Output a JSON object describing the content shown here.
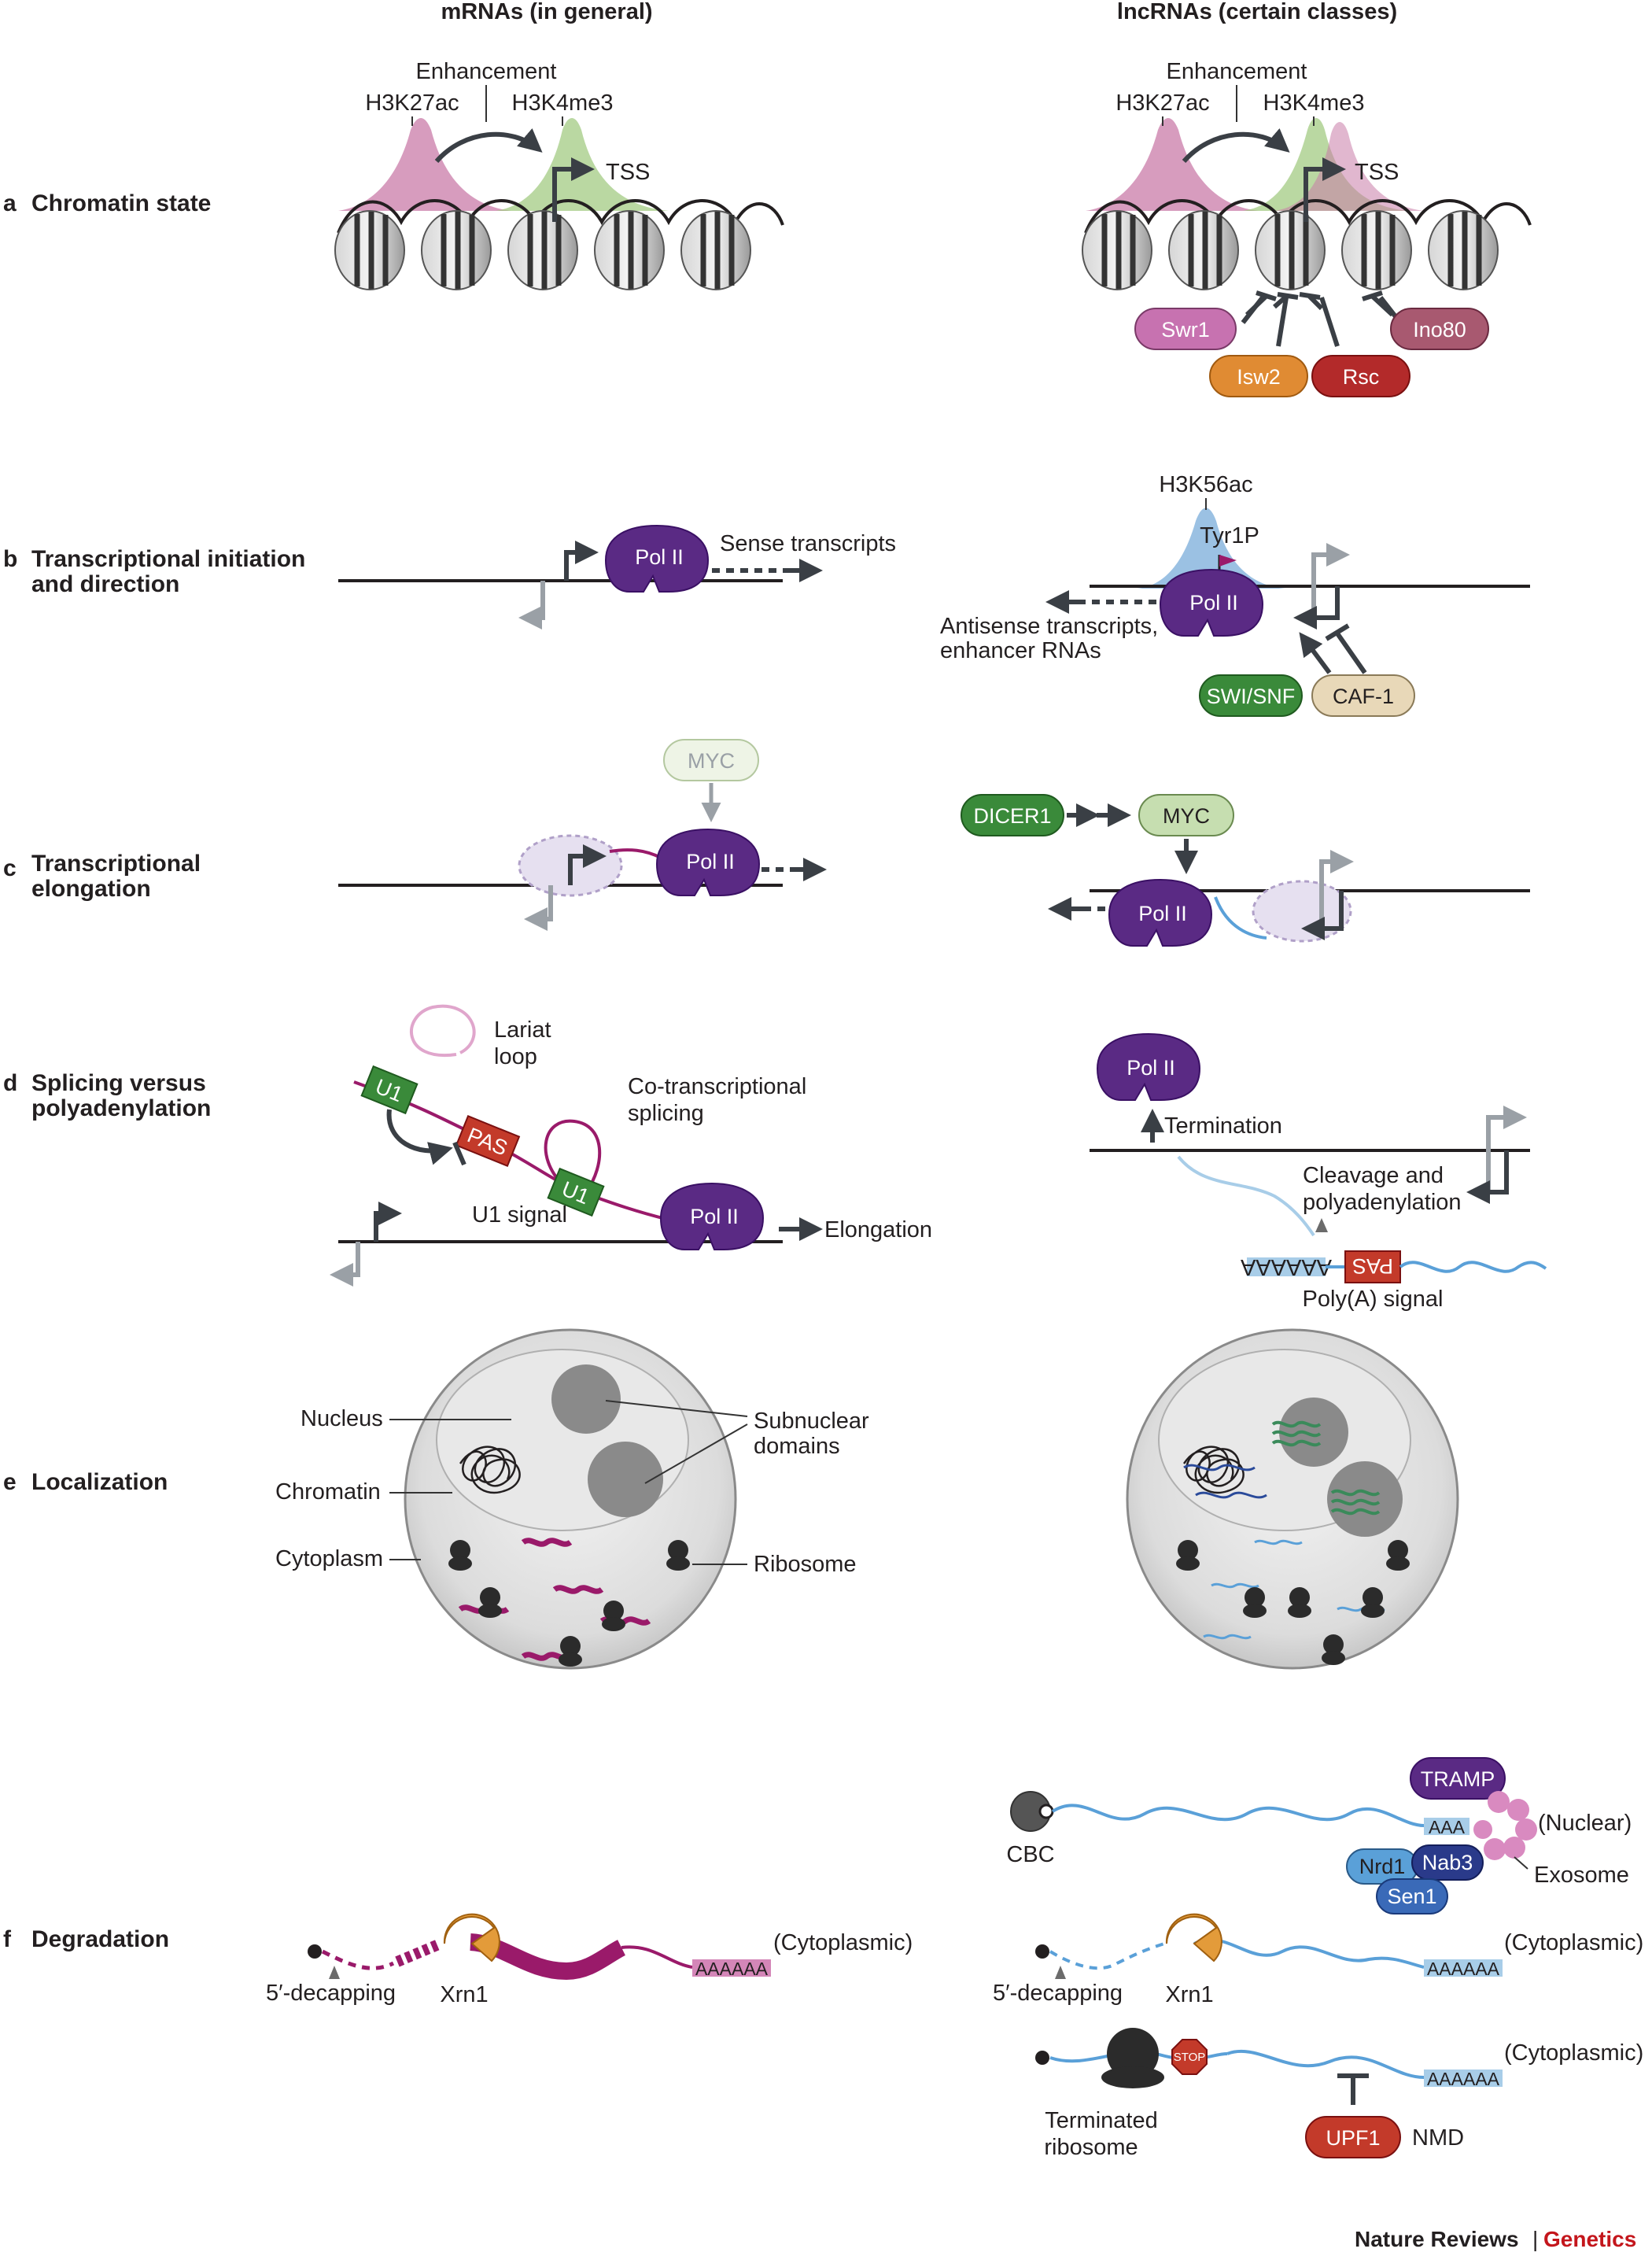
{
  "headers": {
    "left": "mRNAs (in general)",
    "right": "lncRNAs (certain classes)"
  },
  "panels": [
    {
      "letter": "a",
      "title": [
        "Chromatin state"
      ]
    },
    {
      "letter": "b",
      "title": [
        "Transcriptional initiation",
        "and direction"
      ]
    },
    {
      "letter": "c",
      "title": [
        "Transcriptional",
        "elongation"
      ]
    },
    {
      "letter": "d",
      "title": [
        "Splicing versus",
        "polyadenylation"
      ]
    },
    {
      "letter": "e",
      "title": [
        "Localization"
      ]
    },
    {
      "letter": "f",
      "title": [
        "Degradation"
      ]
    }
  ],
  "labels": {
    "enhancement": "Enhancement",
    "h3k27ac": "H3K27ac",
    "h3k4me3": "H3K4me3",
    "tss": "TSS",
    "swr1": "Swr1",
    "ino80": "Ino80",
    "isw2": "Isw2",
    "rsc": "Rsc",
    "h3k56ac": "H3K56ac",
    "tyr1p": "Tyr1P",
    "pol2": "Pol II",
    "sense": "Sense transcripts",
    "antisense": [
      "Antisense transcripts,",
      "enhancer RNAs"
    ],
    "swisnf": "SWI/SNF",
    "caf1": "CAF-1",
    "myc": "MYC",
    "dicer1": "DICER1",
    "lariat": [
      "Lariat",
      "loop"
    ],
    "cotrans": [
      "Co-transcriptional",
      "splicing"
    ],
    "u1": "U1",
    "pas": "PAS",
    "u1signal": "U1 signal",
    "elongation": "Elongation",
    "termination": "Termination",
    "cleavage": [
      "Cleavage and",
      "polyadenylation"
    ],
    "polya_tail": "AAAAAA",
    "polya_signal": "Poly(A) signal",
    "nucleus": "Nucleus",
    "chromatin": "Chromatin",
    "cytoplasm": "Cytoplasm",
    "subnuclear": [
      "Subnuclear",
      "domains"
    ],
    "ribosome": "Ribosome",
    "cytoplasmic": "(Cytoplasmic)",
    "nuclear": "(Nuclear)",
    "decapping": "5′-decapping",
    "xrn1": "Xrn1",
    "cbc": "CBC",
    "aaa": "AAA",
    "tramp": "TRAMP",
    "nrd1": "Nrd1",
    "nab3": "Nab3",
    "sen1": "Sen1",
    "exosome": "Exosome",
    "stop": "STOP",
    "terminated_ribosome": [
      "Terminated",
      "ribosome"
    ],
    "upf1": "UPF1",
    "nmd": "NMD"
  },
  "credit": {
    "journal": "Nature Reviews",
    "sep": "|",
    "section": "Genetics"
  },
  "colors": {
    "pol2": "#5a2a84",
    "h3k27ac": "#c97ba8",
    "h3k4me3": "#9cc77a",
    "h3k56ac": "#8ab6de",
    "swr1": "#c772b0",
    "ino80": "#a85970",
    "isw2": "#e08b33",
    "rsc": "#b32a2a",
    "swisnf": "#3a8a3a",
    "caf1": "#e8d8b8",
    "myc": "#c6deb0",
    "dicer1": "#3a8a3a",
    "u1": "#3a8a3a",
    "pas": "#c33a2a",
    "mrna": "#9a1a6a",
    "lncrna": "#5aa0d8",
    "xrn1": "#e39b3a",
    "tramp": "#5a2a84",
    "exosome": "#d98ac0",
    "upf1": "#c33a2a",
    "stop": "#c33a2a",
    "genetics": "#c4161c"
  }
}
